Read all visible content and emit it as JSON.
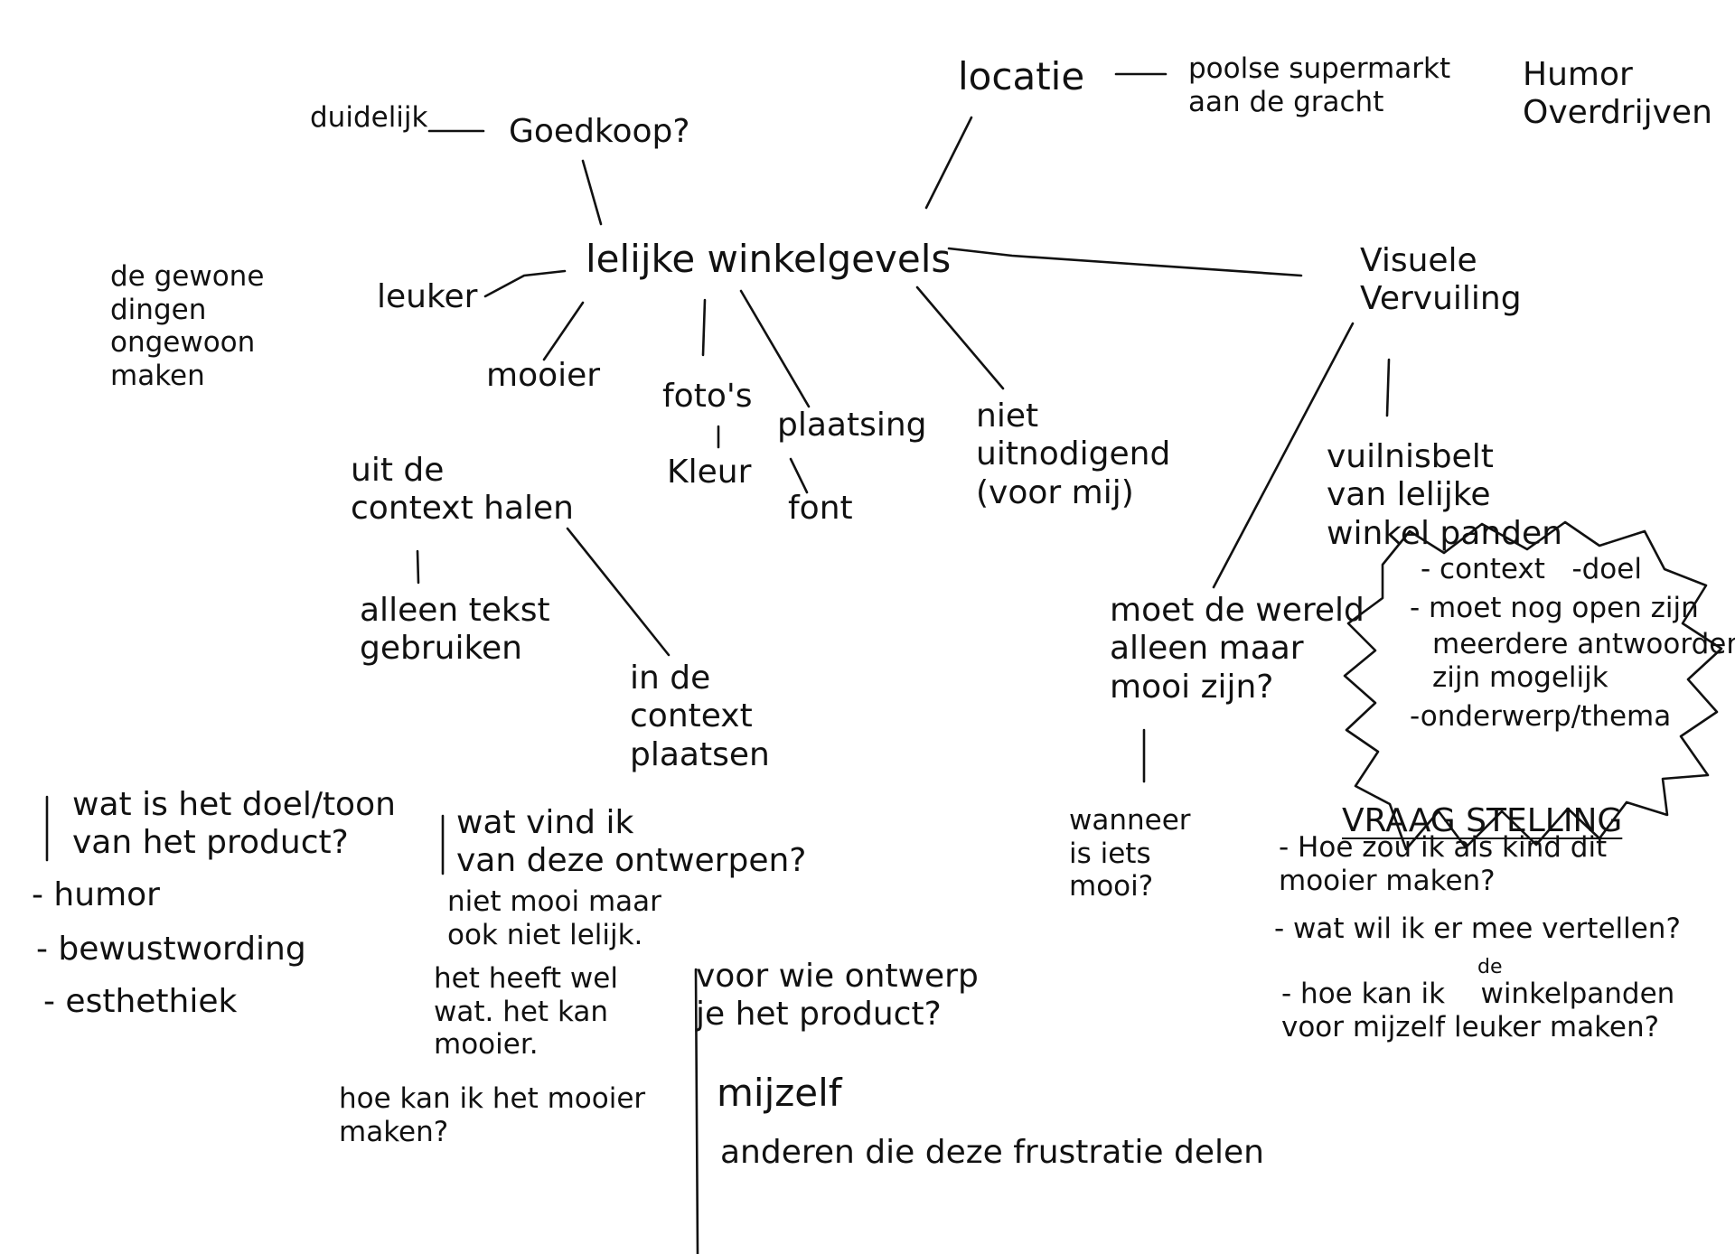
{
  "mindmap": {
    "center": "lelijke winkelgevels",
    "goedkoop": "Goedkoop?",
    "duidelijk": "duidelijk",
    "locatie": "locatie",
    "poolse": "poolse supermarkt\naan de gracht",
    "humor_overdrijven": "Humor\nOverdrijven",
    "visuele": "Visuele\nVervuiling",
    "leuker": "leuker",
    "gewone": "de gewone\ndingen\nongewoon\nmaken",
    "mooier": "mooier",
    "fotos": "foto's",
    "kleur": "Kleur",
    "plaatsing": "plaatsing",
    "font": "font",
    "niet_uitnodigend": "niet\nuitnodigend\n(voor mij)",
    "uit_context": "uit de\ncontext halen",
    "alleen_tekst": "alleen tekst\ngebruiken",
    "in_context": "in de\ncontext\nplaatsen",
    "vuilnisbelt": "vuilnisbelt\nvan lelijke\nwinkel panden",
    "moet_wereld": "moet de wereld\nalleen maar\nmooi zijn?",
    "wanneer": "wanneer\nis iets\nmooi?"
  },
  "burst": {
    "line1": "- context   -doel",
    "line2": "- moet nog open zijn",
    "line3": "meerdere antwoorden\nzijn mogelijk",
    "line4": "-onderwerp/thema"
  },
  "doel": {
    "question": "wat is het doel/toon\nvan het product?",
    "items": [
      "- humor",
      "- bewustwording",
      "- esthethiek"
    ]
  },
  "vind": {
    "question": "wat vind ik\nvan deze ontwerpen?",
    "answer": "niet mooi maar\nook niet lelijk.",
    "more": "het heeft wel\nwat. het kan\nmooier.",
    "hoe": "hoe kan ik het mooier\nmaken?"
  },
  "voorwie": {
    "question": "voor wie ontwerp\nje het product?",
    "mijzelf": "mijzelf",
    "anderen": "anderen die deze frustratie delen"
  },
  "stelling": {
    "title": "VRAAG STELLING",
    "q1": "- Hoe zou ik als kind dit\nmooier maken?",
    "q2": "- wat wil ik er mee vertellen?",
    "q3": "- hoe kan ik    winkelpanden\nvoor mijzelf leuker maken?",
    "de": "de"
  }
}
